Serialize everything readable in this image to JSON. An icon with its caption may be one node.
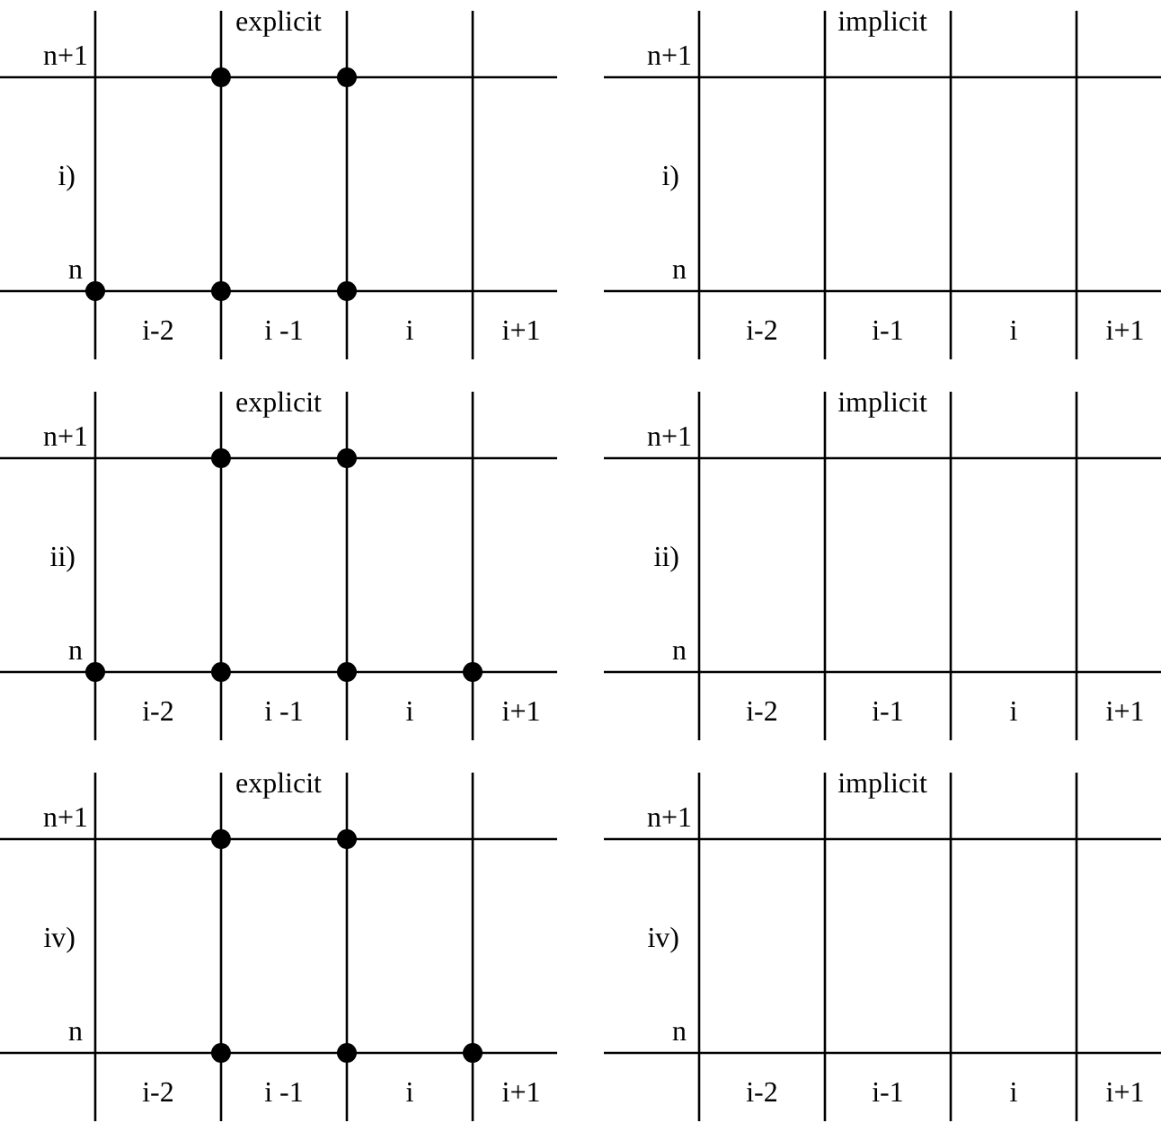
{
  "diagram": {
    "labels": [
      "explicit",
      "n+1",
      "i)",
      "n",
      "i-2",
      "i -1",
      "i",
      "i+1",
      "implicit",
      "n+1",
      "i)",
      "n",
      "i-2",
      "i-1",
      "i",
      "i+1",
      "explicit",
      "n+1",
      "ii)",
      "n",
      "i-2",
      "i -1",
      "i",
      "i+1",
      "implicit",
      "n+1",
      "ii)",
      "n",
      "i-2",
      "i-1",
      "i",
      "i+1",
      "explicit",
      "n+1",
      "iv)",
      "n",
      "i-2",
      "i -1",
      "i",
      "i+1",
      "implicit",
      "n+1",
      "iv)",
      "n",
      "i-2",
      "i-1",
      "i",
      "i+1"
    ]
  }
}
